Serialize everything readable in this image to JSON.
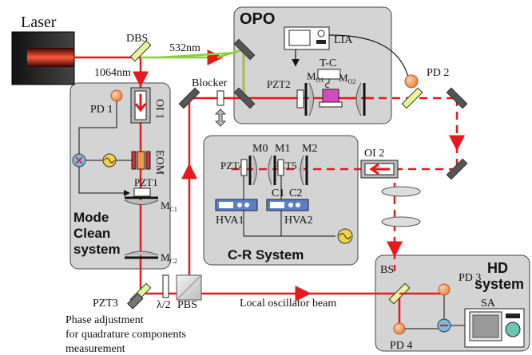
{
  "labels": {
    "laser": "Laser",
    "dbs": "DBS",
    "wl532": "532nm",
    "wl1064": "1064nm",
    "opo_title": "OPO",
    "lia": "LIA",
    "tc": "T-C",
    "pzt2": "PZT2",
    "mo1_main": "M",
    "mo1_sub": "O1",
    "mo2_main": "M",
    "mo2_sub": "O2",
    "pd2": "PD 2",
    "pd1": "PD 1",
    "oi1": "OI 1",
    "eom": "EOM",
    "pzt1": "PZT1",
    "mc1_main": "M",
    "mc1_sub": "C1",
    "mc2_main": "M",
    "mc2_sub": "C2",
    "blocker": "Blocker",
    "mode_clean_1": "Mode",
    "mode_clean_2": "Clean",
    "mode_clean_3": "system",
    "m0": "M0",
    "m1": "M1",
    "m2": "M2",
    "pzt4": "PZT4",
    "pzt5": "PZT5",
    "c1": "C1",
    "c2": "C2",
    "hva1": "HVA1",
    "hva2": "HVA2",
    "cr_system": "C-R System",
    "oi2": "OI 2",
    "pzt3": "PZT3",
    "halfwave": "λ/2",
    "pbs": "PBS",
    "lo_beam": "Local oscillator beam",
    "phase_1": "Phase adjustment",
    "phase_2": "for quadrature components",
    "phase_3": "measurement",
    "hd_1": "HD",
    "hd_2": "system",
    "bs": "BS",
    "pd3": "PD 3",
    "pd4": "PD 4",
    "sa": "SA"
  },
  "colors": {
    "beam_red": "#e8181c",
    "beam_green": "#8ccf3a",
    "box_fill": "#d4d4d4",
    "box_stroke": "#444444"
  },
  "icons": {
    "mixer": "mixer-icon",
    "signal_generator": "signal-generator-icon",
    "photodiode": "photodiode-icon",
    "spectrum_analyzer": "spectrum-analyzer-icon"
  }
}
